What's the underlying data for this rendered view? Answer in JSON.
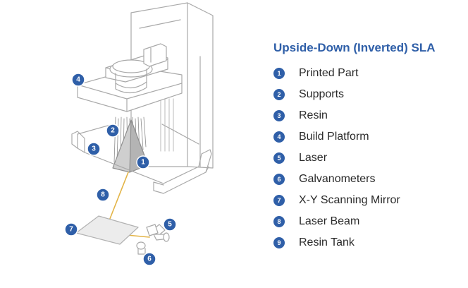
{
  "legend": {
    "title": "Upside-Down (Inverted) SLA",
    "items": [
      {
        "num": "1",
        "label": "Printed Part"
      },
      {
        "num": "2",
        "label": "Supports"
      },
      {
        "num": "3",
        "label": "Resin"
      },
      {
        "num": "4",
        "label": "Build Platform"
      },
      {
        "num": "5",
        "label": "Laser"
      },
      {
        "num": "6",
        "label": "Galvanometers"
      },
      {
        "num": "7",
        "label": "X-Y Scanning Mirror"
      },
      {
        "num": "8",
        "label": "Laser Beam"
      },
      {
        "num": "9",
        "label": "Resin Tank"
      }
    ]
  },
  "diagram": {
    "markers": [
      "1",
      "2",
      "3",
      "4",
      "5",
      "6",
      "7",
      "8"
    ]
  },
  "colors": {
    "accent": "#2f5fa8",
    "line": "#a9a9a9",
    "beam": "#e3b446"
  }
}
